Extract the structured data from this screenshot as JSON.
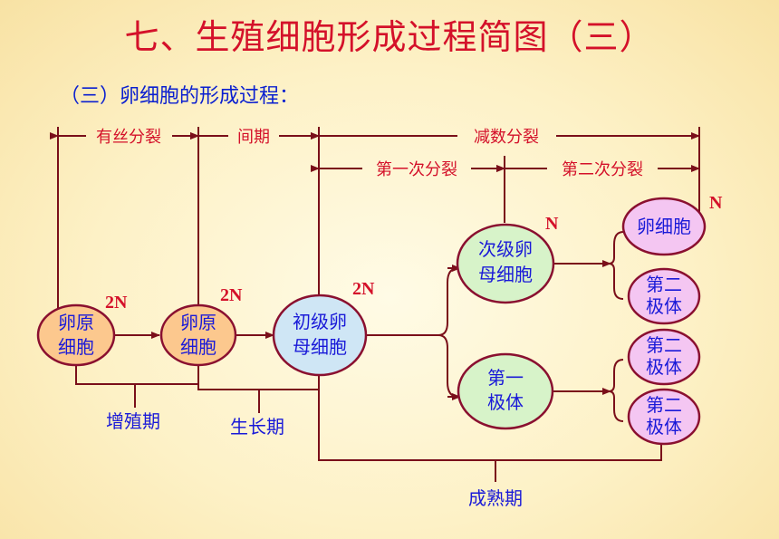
{
  "title": "七、生殖细胞形成过程简图（三）",
  "subtitle": "（三）卵细胞的形成过程：",
  "phases": {
    "mitosis": "有丝分裂",
    "interphase": "间期",
    "meiosis": "减数分裂",
    "meiosis1": "第一次分裂",
    "meiosis2": "第二次分裂"
  },
  "cells": {
    "oogonium1": [
      "卵原",
      "细胞"
    ],
    "oogonium2": [
      "卵原",
      "细胞"
    ],
    "primary": [
      "初级卵",
      "母细胞"
    ],
    "secondary": [
      "次级卵",
      "母细胞"
    ],
    "first_polar": [
      "第一",
      "极体"
    ],
    "egg": [
      "卵细胞"
    ],
    "polar2a": [
      "第二",
      "极体"
    ],
    "polar2b": [
      "第二",
      "极体"
    ],
    "polar2c": [
      "第二",
      "极体"
    ]
  },
  "ploidy": {
    "oogonium1": "2N",
    "oogonium2": "2N",
    "primary": "2N",
    "secondary": "N",
    "egg": "N"
  },
  "periods": {
    "proliferation": "增殖期",
    "growth": "生长期",
    "maturation": "成熟期"
  },
  "colors": {
    "oogonium": "#fcc88e",
    "primary": "#cfe6f5",
    "secondary": "#d7f3c9",
    "product": "#f4c6f2",
    "outline": "#8a1030",
    "line": "#7a0f1a"
  }
}
